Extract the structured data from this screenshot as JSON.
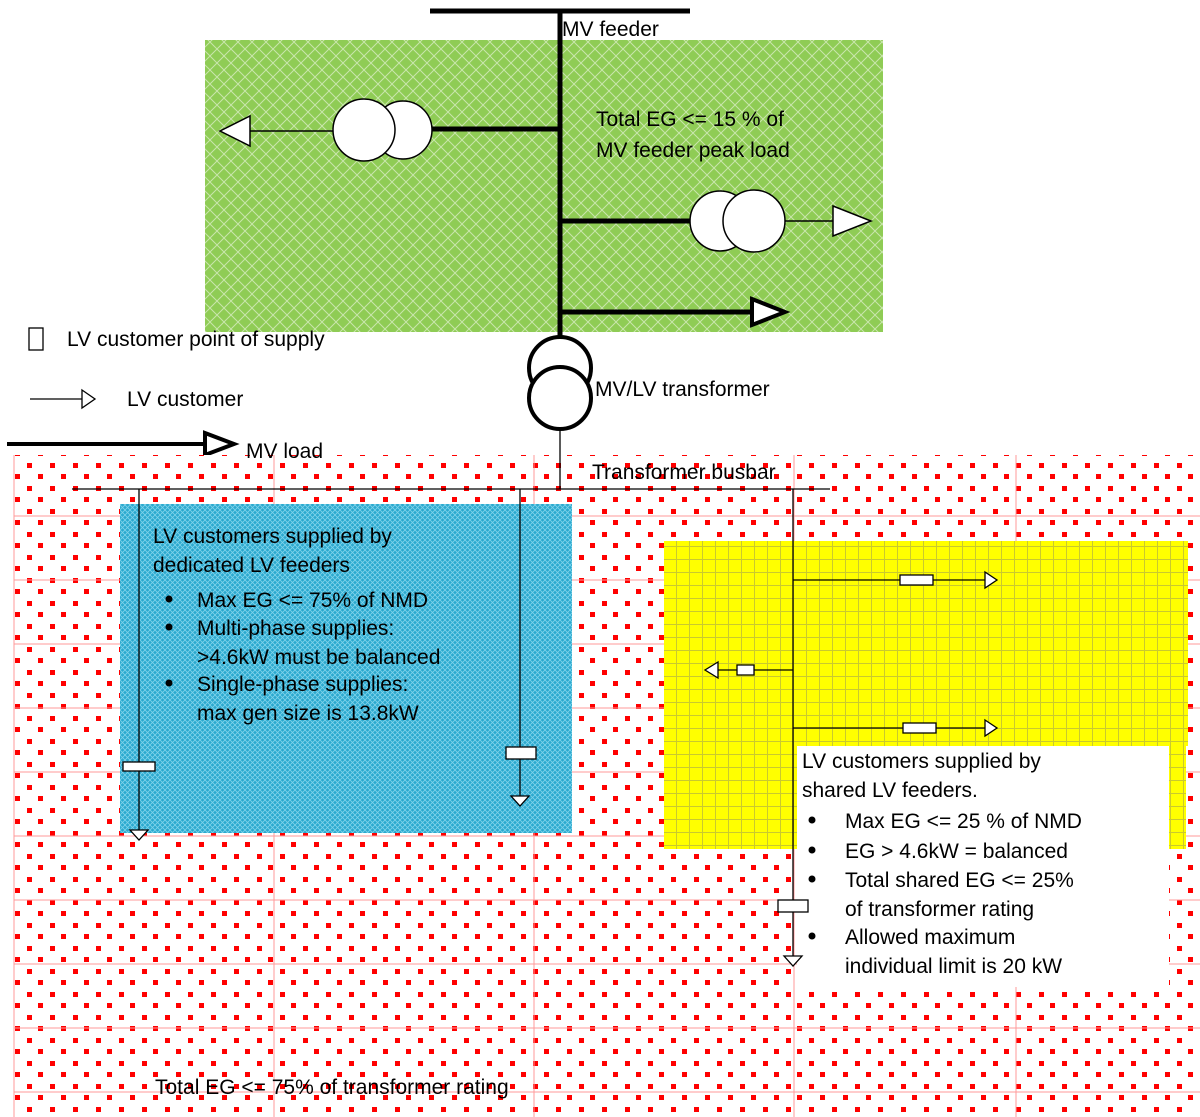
{
  "mv_section": {
    "feeder_label": "MV feeder",
    "eg_limit_lines": [
      "Total EG <= 15 % of",
      "MV feeder peak load"
    ],
    "transformer_label": "MV/LV transformer",
    "color": "#8fcc55"
  },
  "legend": {
    "point_of_supply": "LV customer point of supply",
    "lv_customer": "LV customer",
    "mv_load": "MV load"
  },
  "lv_section": {
    "busbar_label": "Transformer busbar",
    "total_eg_label": "Total EG <= 75% of transformer rating",
    "color": "#ff0000"
  },
  "dedicated_box": {
    "title_lines": [
      "LV customers supplied by",
      "dedicated LV feeders"
    ],
    "bullets": [
      [
        "Max EG <= 75% of NMD"
      ],
      [
        "Multi-phase supplies:",
        ">4.6kW must be balanced"
      ],
      [
        "Single-phase supplies:",
        "max gen size is 13.8kW"
      ]
    ],
    "color": "#2ba9cf"
  },
  "shared_box": {
    "title_lines": [
      "LV customers supplied by",
      "shared LV feeders."
    ],
    "bullets": [
      [
        "Max EG <= 25 % of NMD"
      ],
      [
        "EG > 4.6kW = balanced"
      ],
      [
        "Total shared EG <= 25%",
        "of transformer rating"
      ],
      [
        "Allowed maximum",
        "individual limit is 20 kW"
      ]
    ],
    "color": "#ffff00"
  }
}
